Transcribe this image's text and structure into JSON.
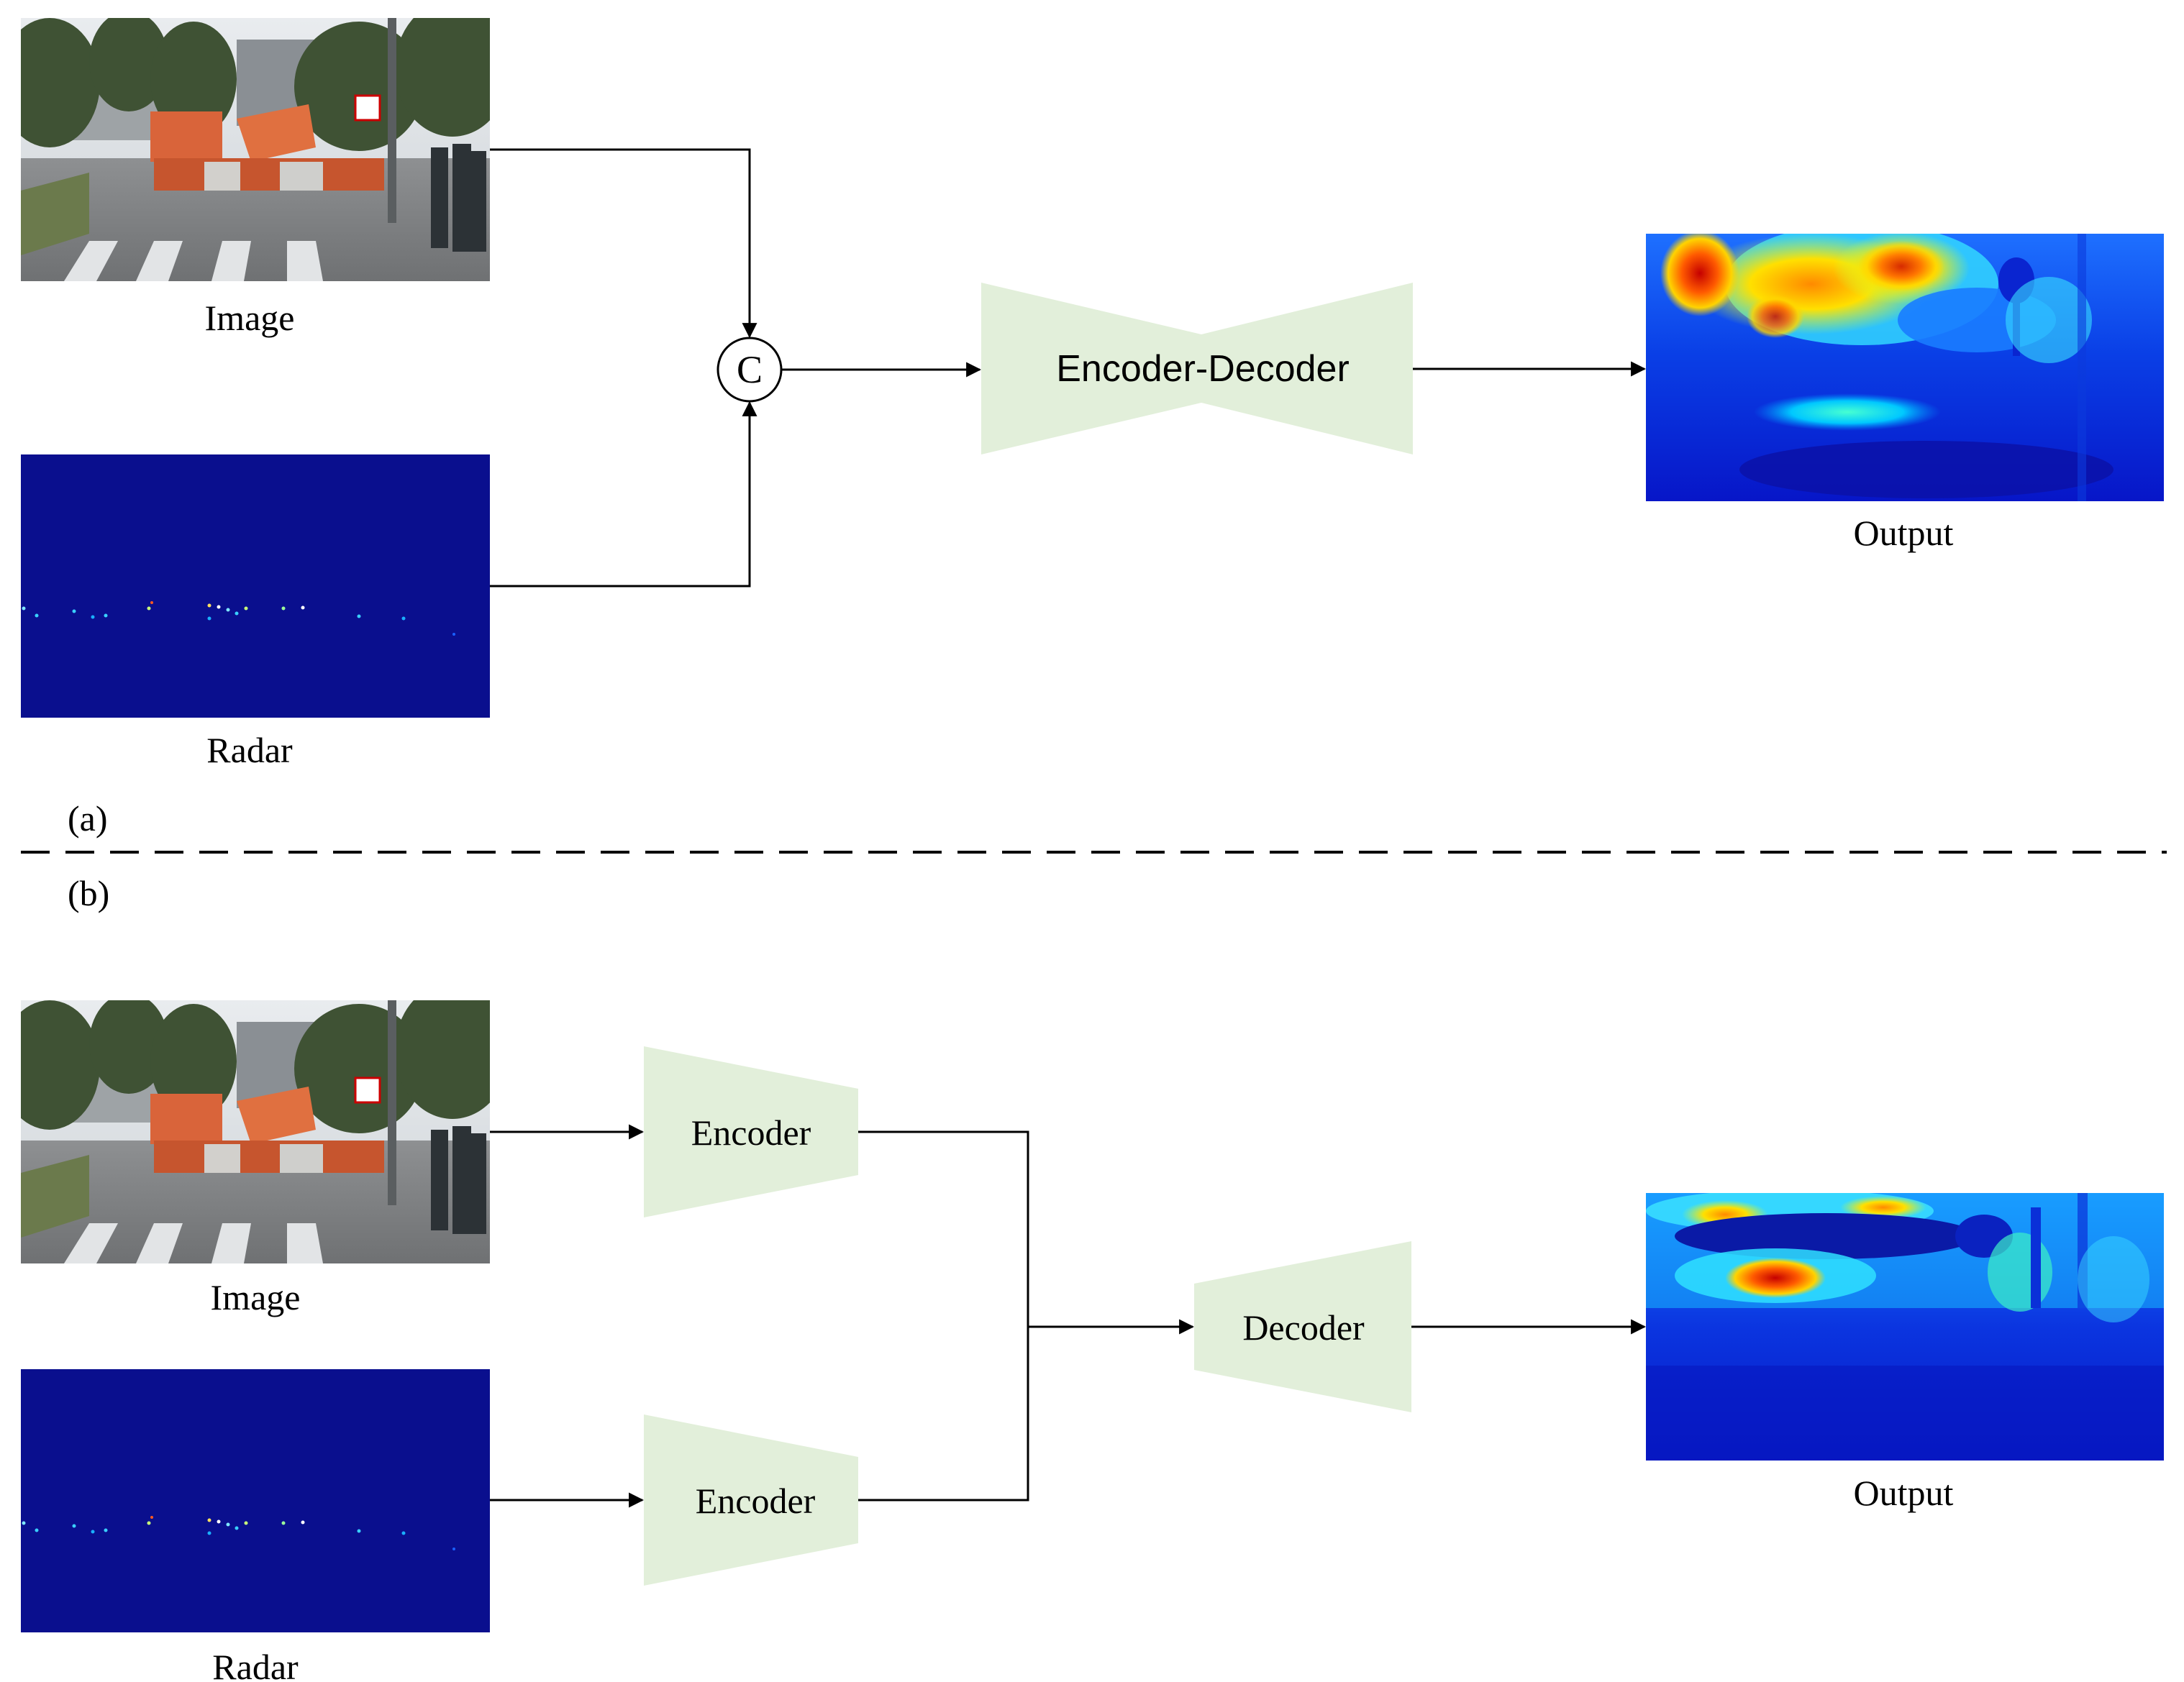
{
  "panel_a": {
    "label": "(a)",
    "image_caption": "Image",
    "radar_caption": "Radar",
    "concat_symbol": "C",
    "block_label": "Encoder-Decoder",
    "output_caption": "Output"
  },
  "panel_b": {
    "label": "(b)",
    "image_caption": "Image",
    "radar_caption": "Radar",
    "encoder_image_label": "Encoder",
    "encoder_radar_label": "Encoder",
    "decoder_label": "Decoder",
    "output_caption": "Output"
  },
  "colors": {
    "block_fill": "#e2efda",
    "radar_background": "#0a0f8e",
    "line": "#000000"
  }
}
